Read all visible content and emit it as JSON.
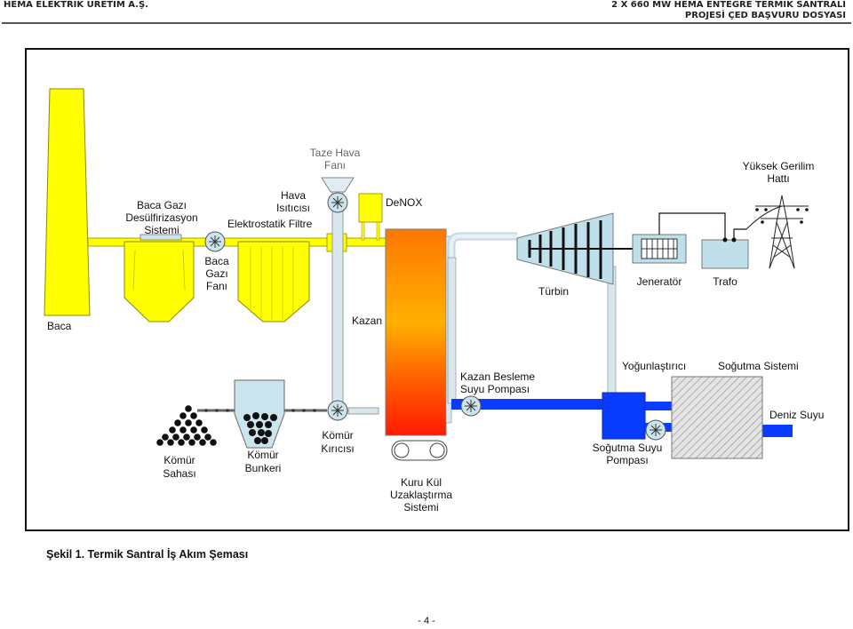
{
  "header": {
    "left": "HEMA ELEKTRİK ÜRETİM A.Ş.",
    "right_line1": "2 X 660 MW HEMA ENTEGRE TERMİK SANTRALİ",
    "right_line2": "PROJESİ ÇED BAŞVURU DOSYASI"
  },
  "labels": {
    "baca": "Baca",
    "desulf_1": "Baca Gazı",
    "desulf_2": "Desülfirizasyon",
    "desulf_3": "Sistemi",
    "fan_1": "Baca",
    "fan_2": "Gazı",
    "fan_3": "Fanı",
    "heater_1": "Hava",
    "heater_2": "Isıtıcısı",
    "esp": "Elektrostatik Filtre",
    "fresh_1": "Taze Hava",
    "fresh_2": "Fanı",
    "denox": "DeNOX",
    "kazan": "Kazan",
    "turbin": "Türbin",
    "jenerator": "Jeneratör",
    "trafo": "Trafo",
    "hv_1": "Yüksek Gerilim",
    "hv_2": "Hattı",
    "feed_1": "Kazan Besleme",
    "feed_2": "Suyu Pompası",
    "condenser": "Yoğunlaştırıcı",
    "cooling_system": "Soğutma Sistemi",
    "sea": "Deniz Suyu",
    "cw_1": "Soğutma Suyu",
    "cw_2": "Pompası",
    "yard_1": "Kömür",
    "yard_2": "Sahası",
    "bunker_1": "Kömür",
    "bunker_2": "Bunkeri",
    "crusher_1": "Kömür",
    "crusher_2": "Kırıcısı",
    "ash_1": "Kuru Kül",
    "ash_2": "Uzaklaştırma",
    "ash_3": "Sistemi"
  },
  "caption": "Şekil 1.  Termik Santral İş Akım Şeması",
  "page_number": "- 4 -",
  "colors": {
    "yellow": "#ffff00",
    "pipe": "#d9e8ee",
    "equipment_blue": "#bfe0ea",
    "water_blue": "#0a3cff",
    "hot": "#ff2a00"
  }
}
